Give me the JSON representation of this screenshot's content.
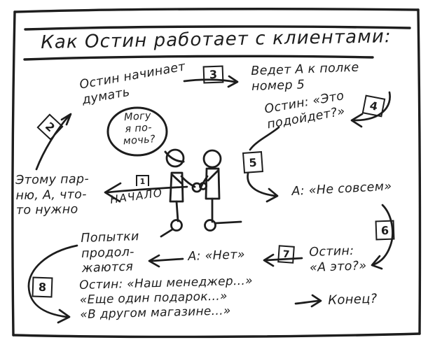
{
  "colors": {
    "ink": "#1d1d1d",
    "paper": "#ffffff"
  },
  "title": "Как Остин работает с клиентами:",
  "steps": {
    "s1": "1",
    "s2": "2",
    "s3": "3",
    "s4": "4",
    "s5": "5",
    "s6": "6",
    "s7": "7",
    "s8": "8"
  },
  "labels": {
    "start": "НАЧАЛО",
    "thinking_1": "Остин начинает",
    "thinking_2": "думать",
    "lead_1": "Ведет А к полке",
    "lead_2": "номер 5",
    "fits_1": "Остин: «Это",
    "fits_2": "подойдет?»",
    "not_quite": "А: «Не совсем»",
    "what_about_1": "Остин:",
    "what_about_2": "«А это?»",
    "no": "А: «Нет»",
    "attempts_1": "Попытки",
    "attempts_2": "продол-",
    "attempts_3": "жаются",
    "closing_1": "Остин: «Наш менеджер...»",
    "closing_2": "«Еще один подарок...»",
    "closing_3": "«В другом магазине...»",
    "end": "Конец?",
    "guy_1": "Этому пар-",
    "guy_2": "ню, А, что-",
    "guy_3": "то нужно",
    "bubble_1": "Могу",
    "bubble_2": "я по-",
    "bubble_3": "мочь?"
  }
}
